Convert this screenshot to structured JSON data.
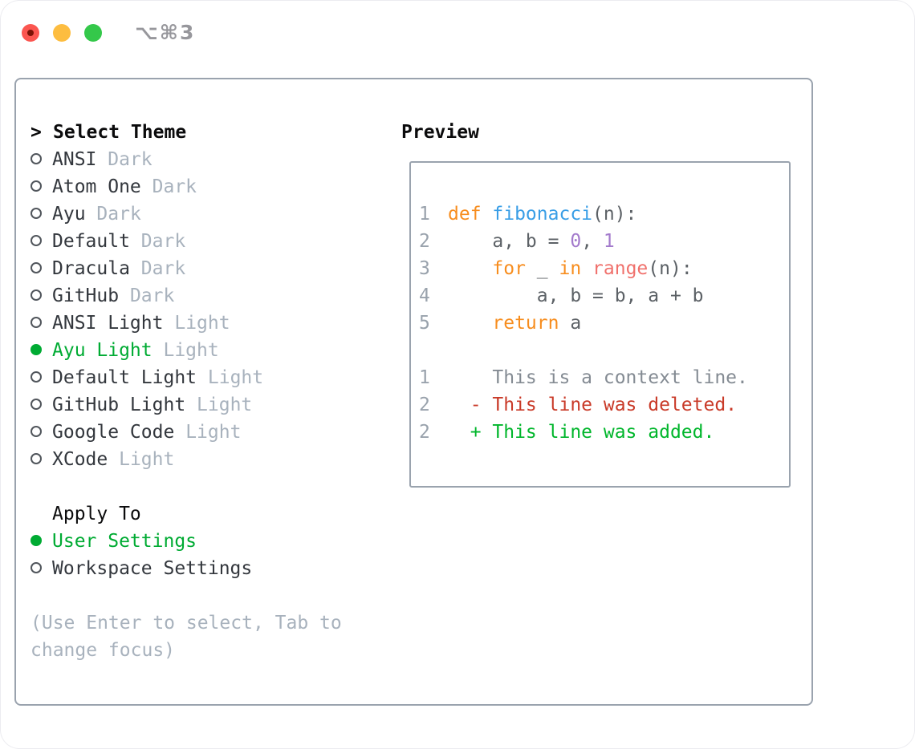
{
  "titlebar": {
    "shortcut_label": "⌥⌘3",
    "traffic_lights": [
      {
        "name": "close",
        "color": "#fb5650",
        "dot": "#7c1306"
      },
      {
        "name": "minimize",
        "color": "#fdbd40"
      },
      {
        "name": "zoom",
        "color": "#34c84a"
      }
    ]
  },
  "theme_picker": {
    "prompt": ">",
    "title": "Select Theme",
    "items": [
      {
        "label": "ANSI",
        "variant": "Dark",
        "selected": false
      },
      {
        "label": "Atom One",
        "variant": "Dark",
        "selected": false
      },
      {
        "label": "Ayu",
        "variant": "Dark",
        "selected": false
      },
      {
        "label": "Default",
        "variant": "Dark",
        "selected": false
      },
      {
        "label": "Dracula",
        "variant": "Dark",
        "selected": false
      },
      {
        "label": "GitHub",
        "variant": "Dark",
        "selected": false
      },
      {
        "label": "ANSI Light",
        "variant": "Light",
        "selected": false
      },
      {
        "label": "Ayu Light",
        "variant": "Light",
        "selected": true
      },
      {
        "label": "Default Light",
        "variant": "Light",
        "selected": false
      },
      {
        "label": "GitHub Light",
        "variant": "Light",
        "selected": false
      },
      {
        "label": "Google Code",
        "variant": "Light",
        "selected": false
      },
      {
        "label": "XCode",
        "variant": "Light",
        "selected": false
      }
    ]
  },
  "apply_to": {
    "title": "Apply To",
    "options": [
      {
        "label": "User Settings",
        "selected": true
      },
      {
        "label": "Workspace Settings",
        "selected": false
      }
    ]
  },
  "hint_text": "(Use Enter to select, Tab to change focus)",
  "preview": {
    "title": "Preview",
    "lines": [
      {
        "num": "1",
        "segments": [
          {
            "t": "def ",
            "c": "keyword"
          },
          {
            "t": "fibonacci",
            "c": "func"
          },
          {
            "t": "(n):"
          }
        ]
      },
      {
        "num": "2",
        "segments": [
          {
            "t": "    a, b = "
          },
          {
            "t": "0",
            "c": "number"
          },
          {
            "t": ", "
          },
          {
            "t": "1",
            "c": "number"
          }
        ]
      },
      {
        "num": "3",
        "segments": [
          {
            "t": "    "
          },
          {
            "t": "for",
            "c": "keyword"
          },
          {
            "t": " _ "
          },
          {
            "t": "in",
            "c": "keyword"
          },
          {
            "t": " "
          },
          {
            "t": "range",
            "c": "builtin"
          },
          {
            "t": "(n):"
          }
        ]
      },
      {
        "num": "4",
        "segments": [
          {
            "t": "        a, b = b, a + b"
          }
        ]
      },
      {
        "num": "5",
        "segments": [
          {
            "t": "    "
          },
          {
            "t": "return",
            "c": "keyword"
          },
          {
            "t": " a"
          }
        ]
      },
      {
        "num": "",
        "segments": []
      },
      {
        "num": "1",
        "segments": [
          {
            "t": "    This is a context line.",
            "c": "context"
          }
        ]
      },
      {
        "num": "2",
        "segments": [
          {
            "t": "  - This line was deleted.",
            "c": "deleted"
          }
        ]
      },
      {
        "num": "2",
        "segments": [
          {
            "t": "  + This line was added.",
            "c": "added"
          }
        ]
      }
    ]
  },
  "palette": {
    "keyword": "#f78d1e",
    "func": "#399ee6",
    "builtin": "#f0716c",
    "number": "#a37acc",
    "code_default": "#5c6166",
    "line_number": "#99a2ac",
    "context": "#848b93",
    "deleted": "#c93a28",
    "added": "#00b62b",
    "selected_green": "#00ab33",
    "muted": "#a8b2bd",
    "text_dark": "#33373d",
    "radio_border": "#51565c",
    "border": "#9aa3ae",
    "header_black": "#0b0b0c",
    "shortcut_gray": "#97979c"
  }
}
